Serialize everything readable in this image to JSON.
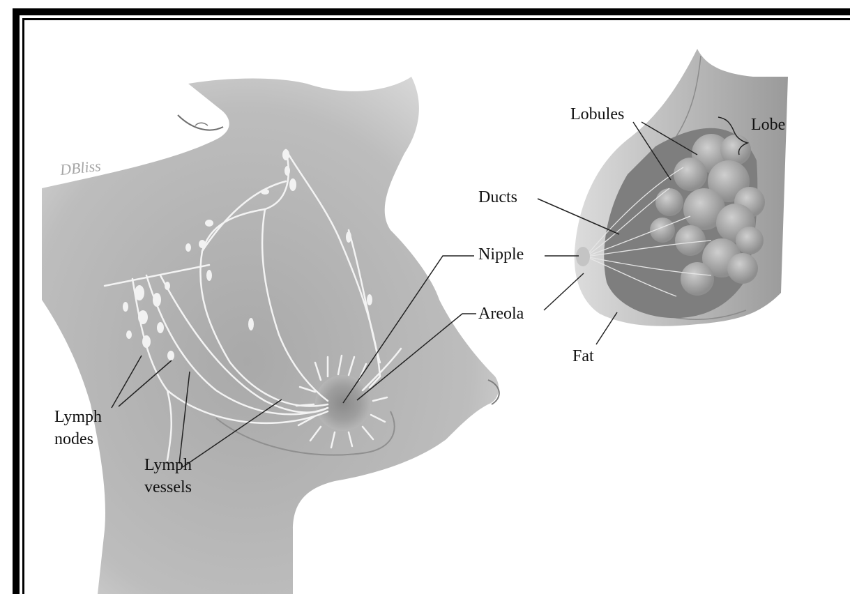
{
  "diagram": {
    "signature": "DBliss",
    "labels": {
      "lobules": "Lobules",
      "lobe": "Lobe",
      "ducts": "Ducts",
      "nipple": "Nipple",
      "areola": "Areola",
      "fat": "Fat",
      "lymph_nodes_line1": "Lymph",
      "lymph_nodes_line2": "nodes",
      "lymph_vessels_line1": "Lymph",
      "lymph_vessels_line2": "vessels"
    },
    "colors": {
      "frame": "#000000",
      "torso": "#b5b5b5",
      "lymph": "#f2f2f2",
      "tissue": "#8c8c8c"
    }
  }
}
